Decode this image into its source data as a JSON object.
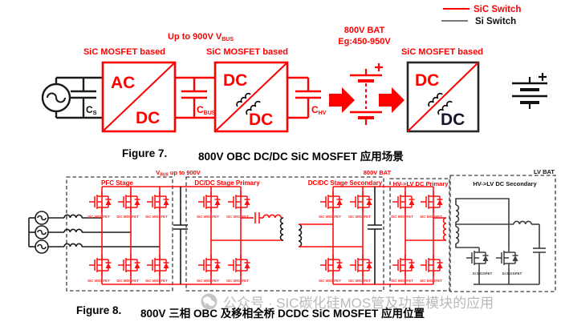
{
  "legend": {
    "sic_label": "SiC Switch",
    "si_label": "Si Switch"
  },
  "colors": {
    "sic_red": "#ff0000",
    "si_gray": "#7a7a7a"
  },
  "fig7": {
    "vbus_pre": "Up to 900V V",
    "vbus_sub": "BUS",
    "sic_based": "SiC MOSFET based",
    "bat_line1": "800V BAT",
    "bat_line2": "Eg:450-950V",
    "ac": "AC",
    "dc": "DC",
    "cap_c": "C",
    "cs_sub": "S",
    "cbus_sub": "BUS",
    "chv_sub": "HV",
    "caption_num": "Figure 7.",
    "caption_text": "800V OBC DC/DC SiC MOSFET 应用场景"
  },
  "fig8": {
    "vbus_v": "V",
    "vbus_sub": "BUS",
    "vbus_rest": " up to 900V",
    "pfc_label": "PFC Stage",
    "dcdc_primary_label": "DC/DC Stage Primary",
    "dcdc_secondary_label": "DC/DC Stage Secondary",
    "bat800_label": "800V BAT",
    "hvlv_primary_label": "HV-&gt;LV DC Primary",
    "hvlv_primary_plain": "HV->LV DC Primary",
    "hvlv_secondary_plain": "HV->LV DC Secondary",
    "lvbat_label": "LV BAT",
    "sic_mosfet": "SiC MOSFET",
    "si_mosfet": "Si MOSFET",
    "caption_num": "Figure 8.",
    "caption_text": "800V 三相 OBC 及移相全桥 DCDC SiC MOSFET 应用位置"
  },
  "watermark": {
    "text": "公众号 · SIC碳化硅MOS管及功率模块的应用"
  }
}
